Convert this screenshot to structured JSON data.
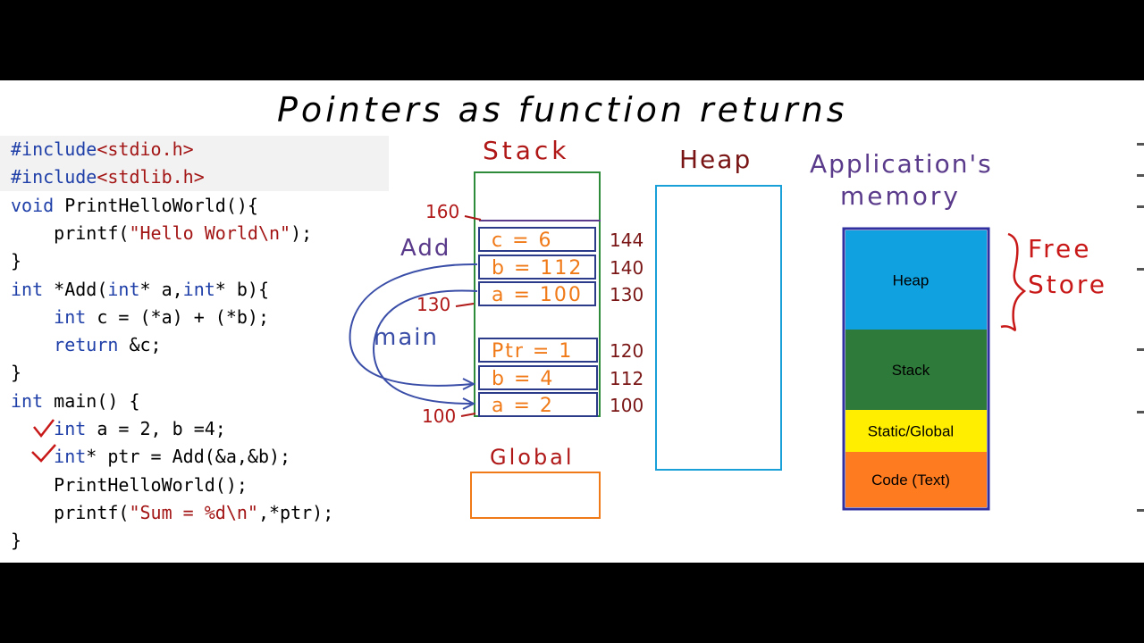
{
  "title": "Pointers as function returns",
  "code_lines": [
    {
      "parts": [
        {
          "t": "#include",
          "c": "pp"
        },
        {
          "t": "<stdio.h>",
          "c": "inc"
        }
      ],
      "hl": true
    },
    {
      "parts": [
        {
          "t": "#include",
          "c": "pp"
        },
        {
          "t": "<stdlib.h>",
          "c": "inc"
        }
      ],
      "hl": true
    },
    {
      "parts": [
        {
          "t": "void",
          "c": "kw"
        },
        {
          "t": " PrintHelloWorld(){",
          "c": ""
        }
      ]
    },
    {
      "parts": [
        {
          "t": "    printf(",
          "c": ""
        },
        {
          "t": "\"Hello World\\n\"",
          "c": "str"
        },
        {
          "t": ");",
          "c": ""
        }
      ]
    },
    {
      "parts": [
        {
          "t": "}",
          "c": ""
        }
      ]
    },
    {
      "parts": [
        {
          "t": "int",
          "c": "kw"
        },
        {
          "t": " *Add(",
          "c": ""
        },
        {
          "t": "int",
          "c": "kw"
        },
        {
          "t": "* a,",
          "c": ""
        },
        {
          "t": "int",
          "c": "kw"
        },
        {
          "t": "* b){",
          "c": ""
        }
      ]
    },
    {
      "parts": [
        {
          "t": "    ",
          "c": ""
        },
        {
          "t": "int",
          "c": "kw"
        },
        {
          "t": " c = (*a) + (*b);",
          "c": ""
        }
      ]
    },
    {
      "parts": [
        {
          "t": "    ",
          "c": ""
        },
        {
          "t": "return",
          "c": "kw"
        },
        {
          "t": " &c;",
          "c": ""
        }
      ]
    },
    {
      "parts": [
        {
          "t": "}",
          "c": ""
        }
      ]
    },
    {
      "parts": [
        {
          "t": "int",
          "c": "kw"
        },
        {
          "t": " main() {",
          "c": ""
        }
      ]
    },
    {
      "parts": [
        {
          "t": "    ",
          "c": ""
        },
        {
          "t": "int",
          "c": "kw"
        },
        {
          "t": " a = 2, b =4;",
          "c": ""
        }
      ]
    },
    {
      "parts": [
        {
          "t": "    ",
          "c": ""
        },
        {
          "t": "int",
          "c": "kw"
        },
        {
          "t": "* ptr = Add(&a,&b);",
          "c": ""
        }
      ]
    },
    {
      "parts": [
        {
          "t": "    PrintHelloWorld();",
          "c": ""
        }
      ]
    },
    {
      "parts": [
        {
          "t": "    printf(",
          "c": ""
        },
        {
          "t": "\"Sum = %d\\n\"",
          "c": "str"
        },
        {
          "t": ",*ptr);",
          "c": ""
        }
      ]
    },
    {
      "parts": [
        {
          "t": "}",
          "c": ""
        }
      ]
    }
  ],
  "stack": {
    "label": "Stack",
    "frames": [
      {
        "name": "Add",
        "base_address": "160",
        "cells": [
          {
            "text": "c = 6",
            "address": "144"
          },
          {
            "text": "b = 112",
            "address": "140"
          },
          {
            "text": "a = 100",
            "address": "130"
          }
        ]
      },
      {
        "name": "main",
        "base_address": "130",
        "cells": [
          {
            "text": "Ptr = 1",
            "address": "120"
          },
          {
            "text": "b = 4",
            "address": "112"
          },
          {
            "text": "a = 2",
            "address": "100"
          }
        ]
      }
    ],
    "bottom_address": "100"
  },
  "global": {
    "label": "Global"
  },
  "heap": {
    "label": "Heap"
  },
  "app_memory": {
    "label_line1": "Application's",
    "label_line2": "memory",
    "segments": [
      {
        "label": "Heap",
        "color": "#0fa1e0"
      },
      {
        "label": "Stack",
        "color": "#2e7a3a"
      },
      {
        "label": "Static/Global",
        "color": "#ffee00"
      },
      {
        "label": "Code (Text)",
        "color": "#ff7b20"
      }
    ],
    "free_store_line1": "Free",
    "free_store_line2": "Store"
  },
  "colors": {
    "title_ink": "#000000",
    "label_ink": "#b01818",
    "address_ink": "#7a1515",
    "frame_ink": "#5a3a8a",
    "cell_value_ink": "#f07a18",
    "arrow_ink": "#3a4ea8",
    "stack_border": "#2e8b3a",
    "heap_border": "#1aa0d8",
    "global_border": "#f07a18",
    "tick_ink": "#c81818",
    "app_border": "#3030a0"
  }
}
